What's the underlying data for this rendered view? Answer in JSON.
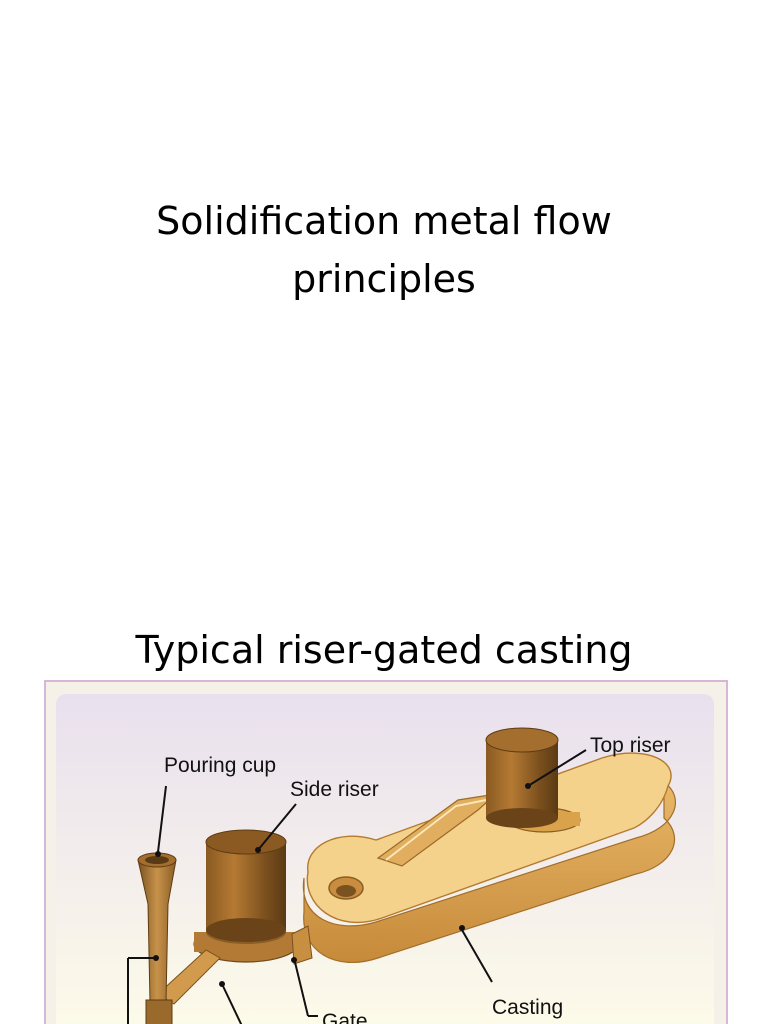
{
  "title_lines": [
    "Solidification metal flow",
    "principles"
  ],
  "section_title": "Typical riser-gated casting",
  "figure": {
    "labels": {
      "pouring_cup": "Pouring cup",
      "side_riser": "Side riser",
      "top_riser": "Top riser",
      "casting": "Casting",
      "gate": "Gate"
    },
    "colors": {
      "frame_border": "#d7b7d9",
      "background_top": "#e9e0ee",
      "background_bottom": "#fdfbe9",
      "metal_light": "#f2cf83",
      "metal_mid": "#d9a24b",
      "metal_dark": "#6e4a1c"
    }
  }
}
